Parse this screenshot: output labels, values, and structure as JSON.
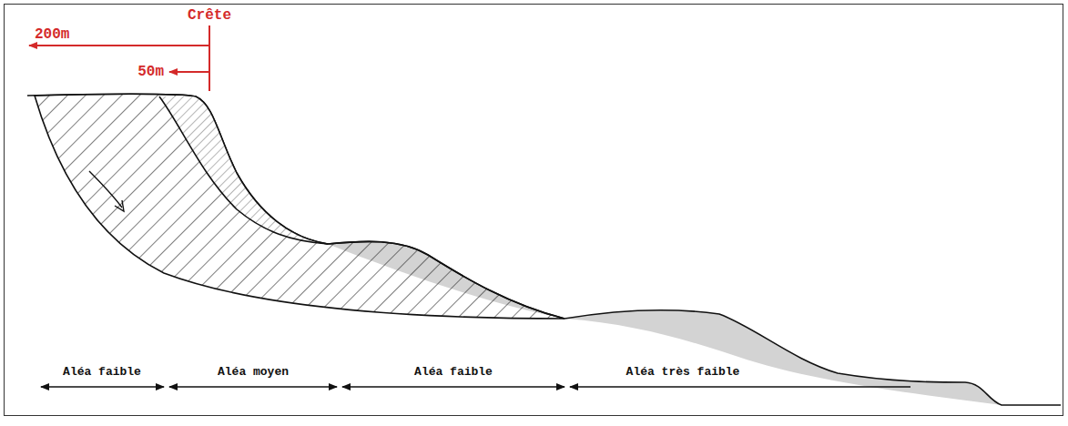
{
  "diagram": {
    "labels": [
      "Crête",
      "200m",
      "50m",
      "Aléa faible",
      "Aléa moyen",
      "Aléa faible",
      "Aléa très faible"
    ]
  }
}
